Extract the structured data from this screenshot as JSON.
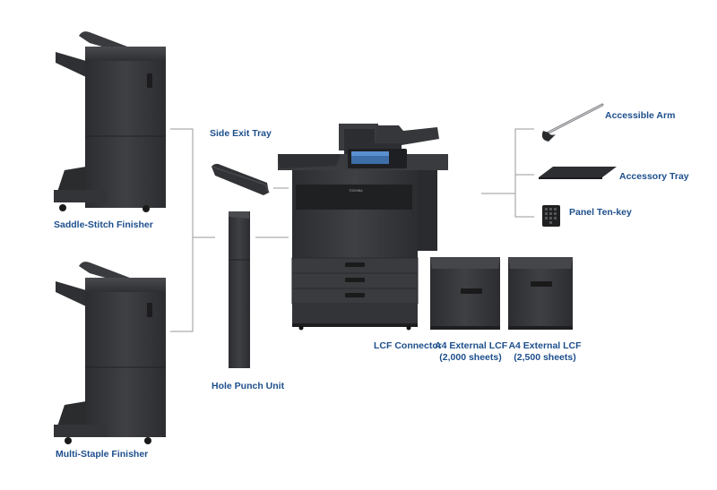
{
  "labels": {
    "saddle_stitch": "Saddle-Stitch Finisher",
    "multi_staple": "Multi-Staple Finisher",
    "side_exit_tray": "Side Exit Tray",
    "hole_punch": "Hole Punch Unit",
    "lcf_connector": "LCF Connector",
    "a4_lcf_2000_title": "A4 External LCF",
    "a4_lcf_2000_sheets": "(2,000 sheets)",
    "a4_lcf_2500_title": "A4 External LCF",
    "a4_lcf_2500_sheets": "(2,500 sheets)",
    "accessible_arm": "Accessible Arm",
    "accessory_tray": "Accessory Tray",
    "panel_tenkey": "Panel Ten-key"
  },
  "brand": {
    "logo_text": "TOSHIBA"
  },
  "colors": {
    "label": "#1d4f8c",
    "device": "#3a3b3e",
    "device_dark": "#2a2b2d",
    "device_light": "#4a4b4f",
    "connector": "#9a9a9a"
  }
}
